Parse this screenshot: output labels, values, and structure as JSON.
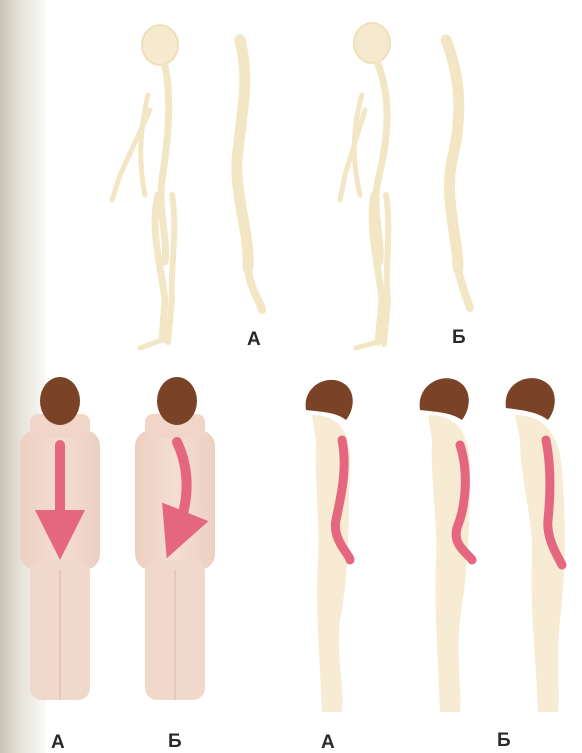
{
  "top_row": {
    "label_a": "А",
    "label_b": "Б"
  },
  "bottom_row": {
    "back_view_label_a": "А",
    "back_view_label_b": "Б",
    "side_view_label_a": "А",
    "side_view_label_b": "Б"
  },
  "colors": {
    "figure_fill": "#f7ecd3",
    "skeleton": "#f3e6c4",
    "hair": "#7a4327",
    "spine_arrow": "#e5677f",
    "back_figure_fill": "#f0d5c8",
    "label": "#2a2a2a"
  }
}
